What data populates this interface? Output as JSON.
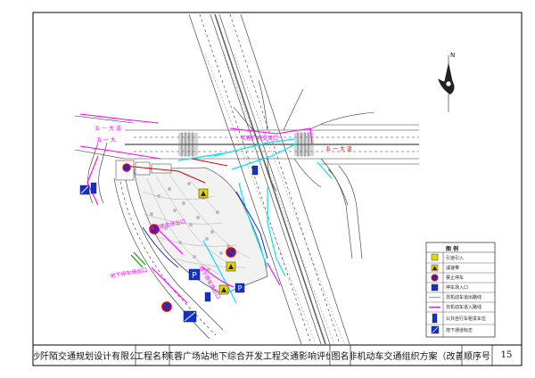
{
  "title_block": {
    "company": "长沙阡陌交通规划设计有限公司",
    "project_label": "工程名称",
    "project_name": "芙蓉广场站地下综合开发工程交通影响评价",
    "drawing_label": "图名",
    "drawing_name": "外部非机动车交通组织方案（改善后）",
    "sheet_label": "顺序号",
    "sheet_number": "15"
  },
  "map_labels": {
    "road_top_left": "五 一 大 道",
    "road_left_vertical": "五 一 大",
    "road_right": "五 一 大 道",
    "intersection": "芙蓉广场交叉口",
    "left_exit_upper": "地下停车场出口",
    "left_exit_lower": "地下停车场出口",
    "bottom_exit": "地下停车场出口"
  },
  "north_arrow": {
    "label": "N"
  },
  "legend": {
    "title": "图 例",
    "items": [
      {
        "label": "引道引入",
        "icon": "entry-sign-icon"
      },
      {
        "label": "减速带",
        "icon": "speed-bump-icon"
      },
      {
        "label": "禁止停车",
        "icon": "no-parking-icon"
      },
      {
        "label": "停车场入口",
        "icon": "parking-entrance-icon"
      },
      {
        "label": "非机动车道出路线",
        "icon": "cyan-arrow-line-icon"
      },
      {
        "label": "非机动车道入路线",
        "icon": "magenta-arrow-line-icon"
      },
      {
        "label": "公共自行车租赁车位",
        "icon": "bike-rental-icon"
      },
      {
        "label": "地下通道标志",
        "icon": "underpass-sign-icon"
      }
    ]
  },
  "colors": {
    "cyan": "#00e0ff",
    "magenta": "#ff00ff",
    "red": "#e60000",
    "green": "#00a000",
    "blue": "#1030d0"
  }
}
